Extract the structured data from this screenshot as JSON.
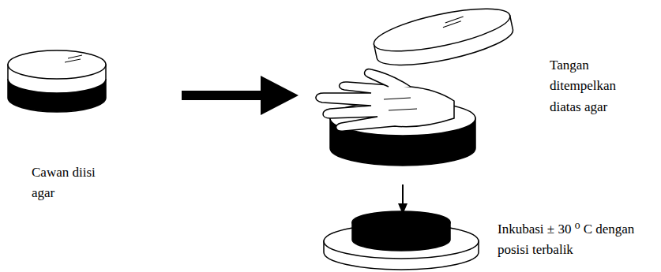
{
  "diagram": {
    "labels": [
      "Cawan diisi agar",
      "Tangan ditempelkan diatas agar",
      "Inkubasi ± 30 ⁰ C dengan posisi terbalik"
    ]
  }
}
